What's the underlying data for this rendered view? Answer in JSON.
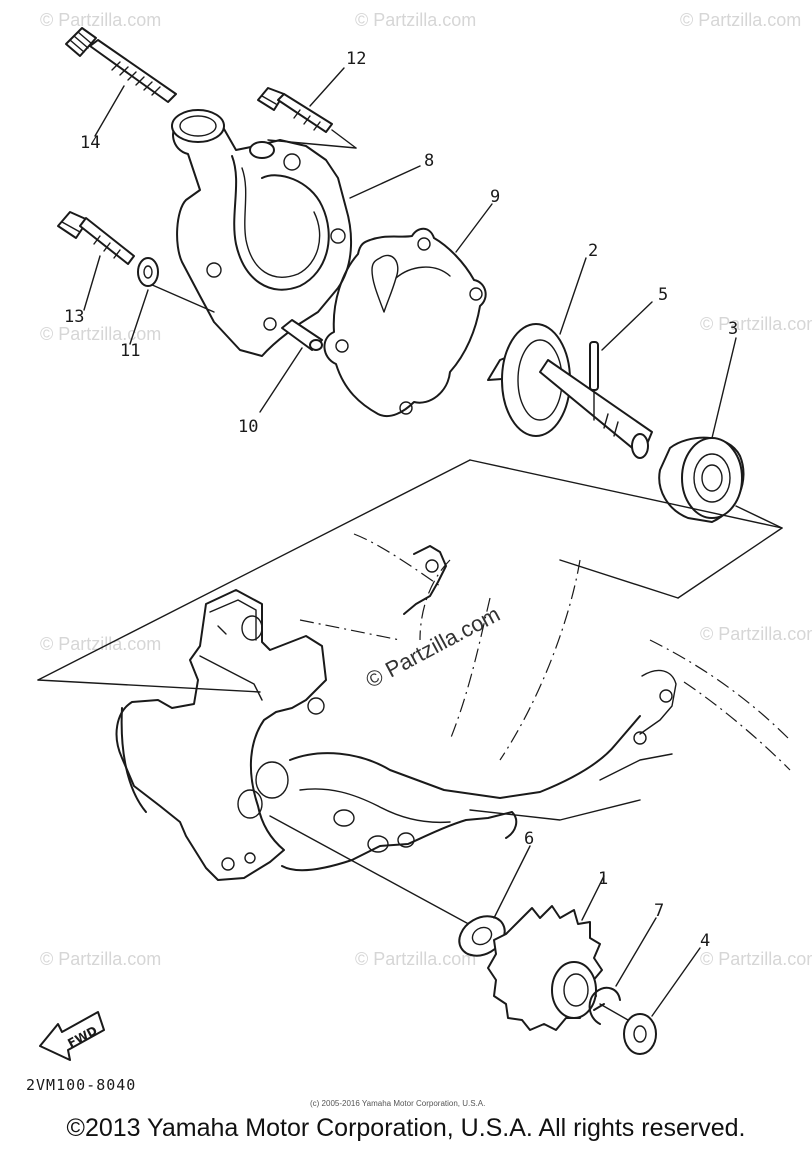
{
  "watermark": "© Partzilla.com",
  "callouts": [
    "1",
    "2",
    "3",
    "4",
    "5",
    "6",
    "7",
    "8",
    "9",
    "10",
    "11",
    "12",
    "13",
    "14"
  ],
  "diagram_code": "2VM100-8040",
  "small_copyright": "(c) 2005-2016 Yamaha Motor Corporation, U.S.A.",
  "copyright": "©2013 Yamaha Motor Corporation, U.S.A. All rights reserved.",
  "fwd_label": "FWD"
}
